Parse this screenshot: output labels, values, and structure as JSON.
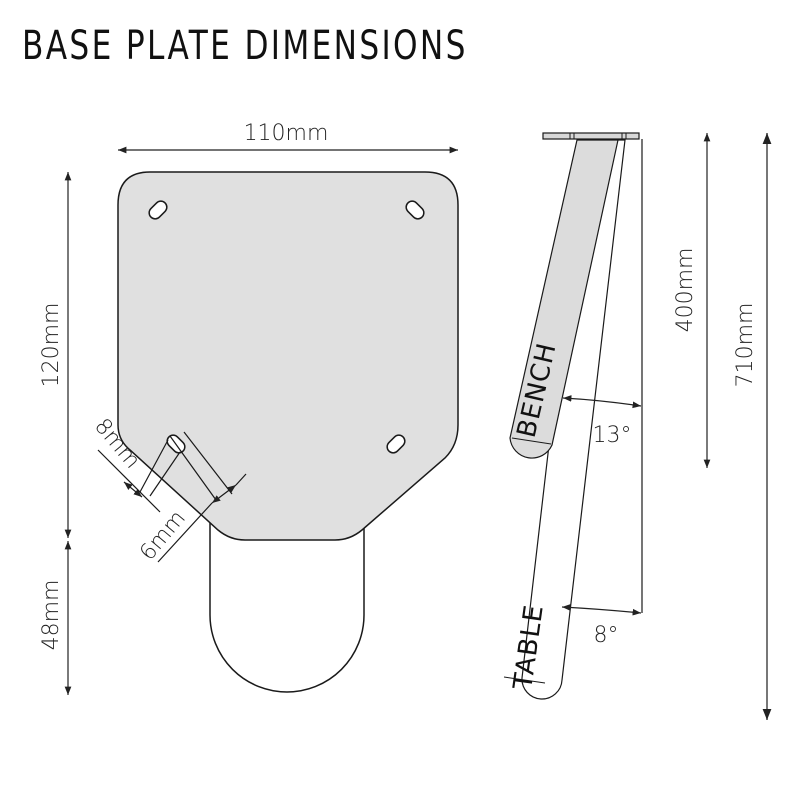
{
  "title": "BASE PLATE DIMENSIONS",
  "colors": {
    "plate_fill": "#e0e0e0",
    "outline": "#1a1a1a",
    "dimension_line": "#222222",
    "background": "#ffffff"
  },
  "plate_view": {
    "width_label": "110mm",
    "height_label": "120mm",
    "tab_label": "48mm",
    "slot_length_label": "8mm",
    "slot_width_label": "6mm"
  },
  "side_view": {
    "bench_label": "BENCH",
    "bench_angle": "13°",
    "table_label": "TABLE",
    "table_angle": "8°",
    "bench_height_label": "400mm",
    "table_height_label": "710mm"
  }
}
